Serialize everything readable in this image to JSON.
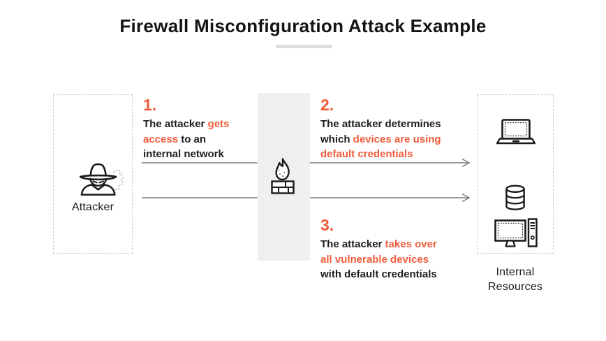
{
  "title": {
    "text": "Firewall Misconfiguration Attack Example"
  },
  "colors": {
    "accent": "#f05c3b",
    "band": "#efefef",
    "arrow": "#7d7d7d",
    "border": "#cccccc",
    "underline": "#dddddd",
    "ink": "#1d1d1d"
  },
  "attacker": {
    "label": "Attacker",
    "icon": "spy-incognito-icon"
  },
  "firewall": {
    "icon": "firewall-brick-flame-icon"
  },
  "internal_resources": {
    "label_line1": "Internal",
    "label_line2": "Resources",
    "icons": [
      "laptop-icon",
      "database-icon",
      "desktop-computer-icon"
    ]
  },
  "steps": [
    {
      "number": "1.",
      "lines": [
        {
          "segments": [
            {
              "text": "The attacker ",
              "accent": false
            },
            {
              "text": "gets",
              "accent": true
            }
          ]
        },
        {
          "segments": [
            {
              "text": "access",
              "accent": true
            },
            {
              "text": " to an",
              "accent": false
            }
          ]
        },
        {
          "segments": [
            {
              "text": "internal network",
              "accent": false
            }
          ]
        }
      ]
    },
    {
      "number": "2.",
      "lines": [
        {
          "segments": [
            {
              "text": "The attacker determines",
              "accent": false
            }
          ]
        },
        {
          "segments": [
            {
              "text": "which ",
              "accent": false
            },
            {
              "text": "devices are using",
              "accent": true
            }
          ]
        },
        {
          "segments": [
            {
              "text": "default credentials",
              "accent": true
            }
          ]
        }
      ]
    },
    {
      "number": "3.",
      "lines": [
        {
          "segments": [
            {
              "text": "The attacker ",
              "accent": false
            },
            {
              "text": "takes over",
              "accent": true
            }
          ]
        },
        {
          "segments": [
            {
              "text": "all vulnerable devices",
              "accent": true
            }
          ]
        },
        {
          "segments": [
            {
              "text": "with default credentials",
              "accent": false
            }
          ]
        }
      ]
    }
  ]
}
